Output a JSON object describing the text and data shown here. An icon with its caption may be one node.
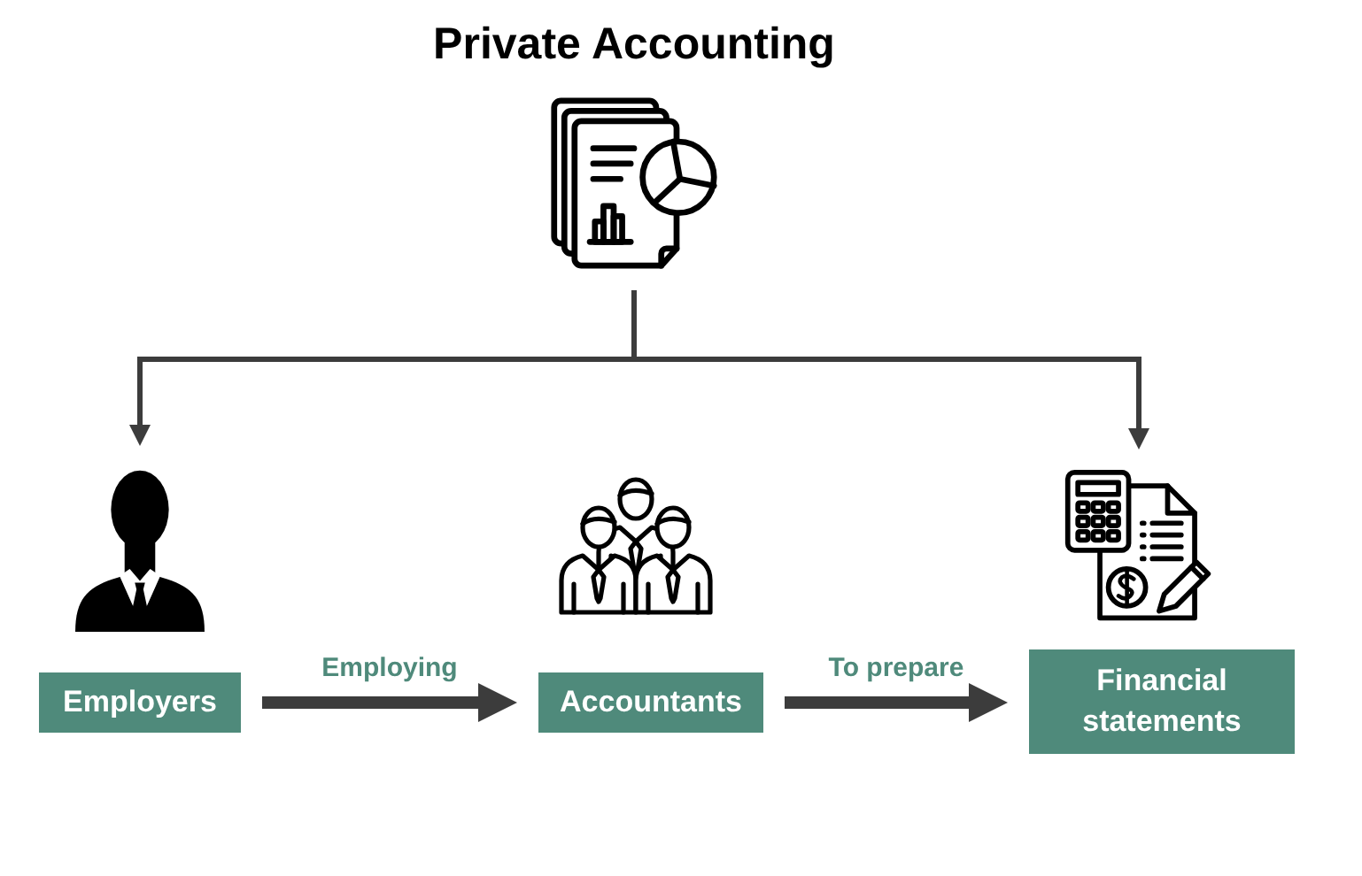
{
  "diagram": {
    "title": "Private Accounting",
    "nodes": [
      {
        "text": [],
        "shape": "picture"
      },
      {
        "text": [],
        "shape": "picture"
      },
      {
        "text": [],
        "shape": "picture"
      },
      {
        "text": [],
        "shape": "picture"
      },
      {
        "text": [
          "Employers"
        ]
      },
      {
        "text": [
          "Accountants"
        ]
      },
      {
        "text": [
          "Financial statements"
        ]
      }
    ],
    "edges": [
      {
        "from": 0,
        "to": 1,
        "arrow": "to"
      },
      {
        "from": 0,
        "to": 3,
        "arrow": "to"
      },
      {
        "from": 4,
        "to": 5,
        "arrow": "to",
        "label": "Employing",
        "style": "thick"
      },
      {
        "from": 5,
        "to": 6,
        "arrow": "to",
        "label": "To prepare",
        "style": "thick"
      }
    ]
  }
}
